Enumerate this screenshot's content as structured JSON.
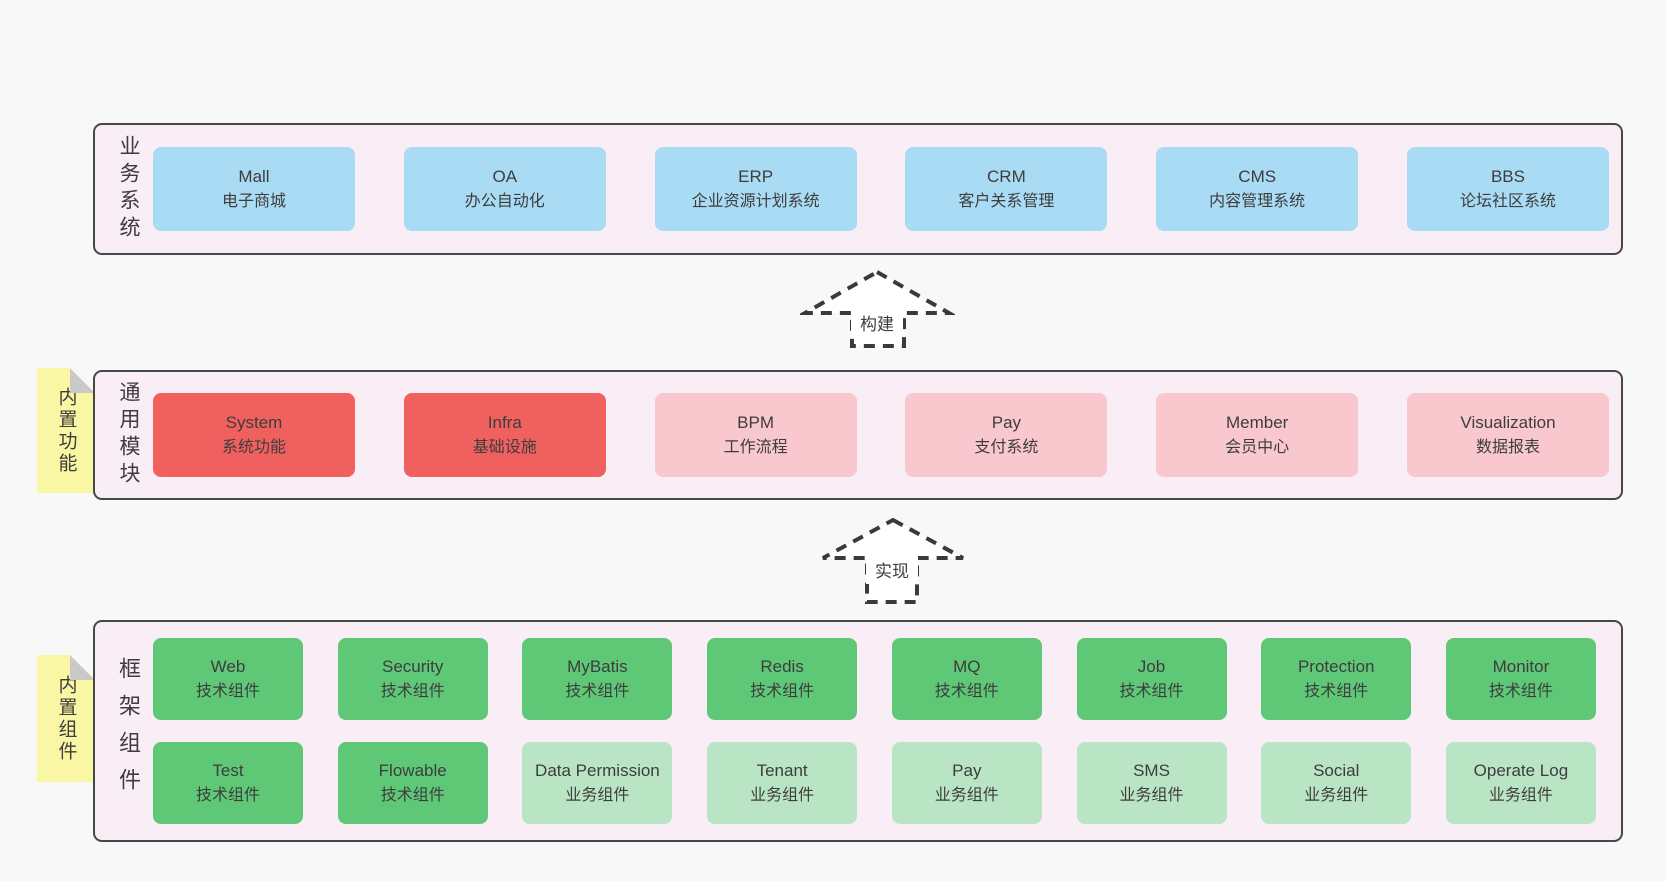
{
  "diagram": {
    "arrows": [
      {
        "label": "构建"
      },
      {
        "label": "实现"
      }
    ],
    "notes": [
      {
        "label": "内置功能"
      },
      {
        "label": "内置组件"
      }
    ],
    "panels": {
      "business": {
        "label": "业务系统",
        "items": [
          {
            "title": "Mall",
            "subtitle": "电子商城"
          },
          {
            "title": "OA",
            "subtitle": "办公自动化"
          },
          {
            "title": "ERP",
            "subtitle": "企业资源计划系统"
          },
          {
            "title": "CRM",
            "subtitle": "客户关系管理"
          },
          {
            "title": "CMS",
            "subtitle": "内容管理系统"
          },
          {
            "title": "BBS",
            "subtitle": "论坛社区系统"
          }
        ]
      },
      "modules": {
        "label": "通用模块",
        "items": [
          {
            "title": "System",
            "subtitle": "系统功能",
            "variant": "red"
          },
          {
            "title": "Infra",
            "subtitle": "基础设施",
            "variant": "red"
          },
          {
            "title": "BPM",
            "subtitle": "工作流程",
            "variant": "pink"
          },
          {
            "title": "Pay",
            "subtitle": "支付系统",
            "variant": "pink"
          },
          {
            "title": "Member",
            "subtitle": "会员中心",
            "variant": "pink"
          },
          {
            "title": "Visualization",
            "subtitle": "数据报表",
            "variant": "pink"
          }
        ]
      },
      "framework": {
        "label": "框架组件",
        "rows": [
          [
            {
              "title": "Web",
              "subtitle": "技术组件",
              "variant": "green"
            },
            {
              "title": "Security",
              "subtitle": "技术组件",
              "variant": "green"
            },
            {
              "title": "MyBatis",
              "subtitle": "技术组件",
              "variant": "green"
            },
            {
              "title": "Redis",
              "subtitle": "技术组件",
              "variant": "green"
            },
            {
              "title": "MQ",
              "subtitle": "技术组件",
              "variant": "green"
            },
            {
              "title": "Job",
              "subtitle": "技术组件",
              "variant": "green"
            },
            {
              "title": "Protection",
              "subtitle": "技术组件",
              "variant": "green"
            },
            {
              "title": "Monitor",
              "subtitle": "技术组件",
              "variant": "green"
            }
          ],
          [
            {
              "title": "Test",
              "subtitle": "技术组件",
              "variant": "green"
            },
            {
              "title": "Flowable",
              "subtitle": "技术组件",
              "variant": "green"
            },
            {
              "title": "Data Permission",
              "subtitle": "业务组件",
              "variant": "lightgreen"
            },
            {
              "title": "Tenant",
              "subtitle": "业务组件",
              "variant": "lightgreen"
            },
            {
              "title": "Pay",
              "subtitle": "业务组件",
              "variant": "lightgreen"
            },
            {
              "title": "SMS",
              "subtitle": "业务组件",
              "variant": "lightgreen"
            },
            {
              "title": "Social",
              "subtitle": "业务组件",
              "variant": "lightgreen"
            },
            {
              "title": "Operate Log",
              "subtitle": "业务组件",
              "variant": "lightgreen"
            }
          ]
        ]
      }
    },
    "colors": {
      "page_bg": "#f8f8f8",
      "panel_bg": "#f9eef6",
      "panel_border": "#474747",
      "blue_box": "#a9dbf4",
      "red_box": "#f0605f",
      "pink_box": "#f9c7ce",
      "green_box": "#5ec877",
      "light_green_box": "#bae5c4",
      "note_yellow": "#f9f7a3",
      "note_fold_gray": "#c9c9c9",
      "text": "#3d3d3d"
    }
  }
}
